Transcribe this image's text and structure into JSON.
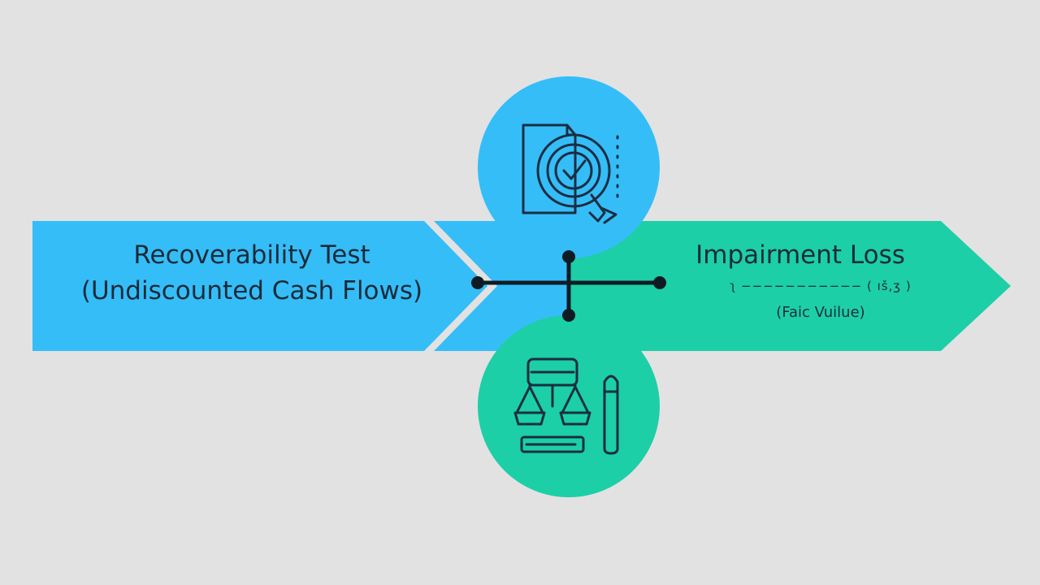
{
  "colors": {
    "background": "#e2e2e2",
    "blue": "#35bdf8",
    "green": "#1ccfa7",
    "line": "#0f1b24",
    "text": "#1b2b38"
  },
  "left_block": {
    "line1": "Recoverability Test",
    "line2": "(Undiscounted Cash Flows)"
  },
  "right_block": {
    "title": "Impairment Loss",
    "subtitle_garbled": "ʅ −−−−−−−−−−− ( ıš,ʒ )",
    "subtitle": "(Faic Vuilue)"
  },
  "icons": {
    "top_circle": "document-magnifier-check-icon",
    "bottom_circle": "scales-calculator-pencil-icon"
  }
}
